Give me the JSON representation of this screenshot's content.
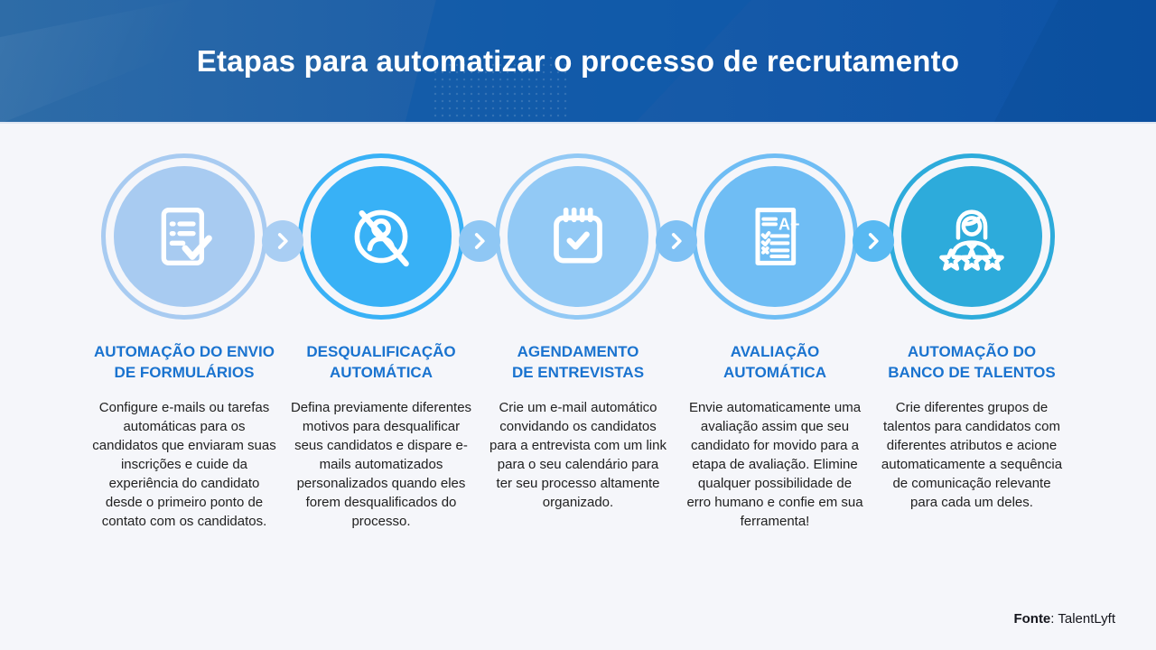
{
  "header": {
    "title": "Etapas para automatizar o processo de recrutamento"
  },
  "colors": {
    "header_gradient_left": "#2e6ca7",
    "header_gradient_right": "#0c52a6",
    "heading_blue": "#1a73cf",
    "body_text": "#212121",
    "page_background": "#f5f6fa"
  },
  "steps": [
    {
      "icon": "form-checklist-icon",
      "circle_color": "#a8cbf1",
      "title": "AUTOMAÇÃO DO ENVIO\nDE FORMULÁRIOS",
      "description": "Configure e-mails ou tarefas automáticas para os candidatos que enviaram suas inscrições e cuide da experiência do candidato desde o primeiro ponto de contato com os candidatos."
    },
    {
      "icon": "dismissed-person-icon",
      "circle_color": "#38b1f6",
      "title": "DESQUALIFICAÇÃO\nAUTOMÁTICA",
      "description": "Defina previamente diferentes motivos para desqualificar seus candidatos e dispare e-mails automatizados personalizados quando eles forem desqualificados do processo."
    },
    {
      "icon": "calendar-check-icon",
      "circle_color": "#92c9f5",
      "title": "AGENDAMENTO\nDE ENTREVISTAS",
      "description": "Crie um e-mail automático convidando os candidatos para a entrevista com um link para o seu calendário para ter seu processo altamente organizado."
    },
    {
      "icon": "evaluation-sheet-icon",
      "circle_color": "#6fbdf4",
      "title": "AVALIAÇÃO\nAUTOMÁTICA",
      "description": "Envie automaticamente uma avaliação assim que seu candidato for movido para a etapa de avaliação. Elimine qualquer possibilidade de erro humano e confie em sua ferramenta!"
    },
    {
      "icon": "talent-pool-stars-icon",
      "circle_color": "#2dabdb",
      "title": "AUTOMAÇÃO DO\nBANCO DE TALENTOS",
      "description": "Crie diferentes grupos de talentos para candidatos com diferentes atributos e acione automaticamente a sequência de comunicação relevante para cada um deles."
    }
  ],
  "connectors": [
    {
      "color": "#a9cef3"
    },
    {
      "color": "#8fc7f4"
    },
    {
      "color": "#7fc1f4"
    },
    {
      "color": "#58b9f2"
    }
  ],
  "footer": {
    "source_label": "Fonte",
    "source_text": ": TalentLyft"
  }
}
